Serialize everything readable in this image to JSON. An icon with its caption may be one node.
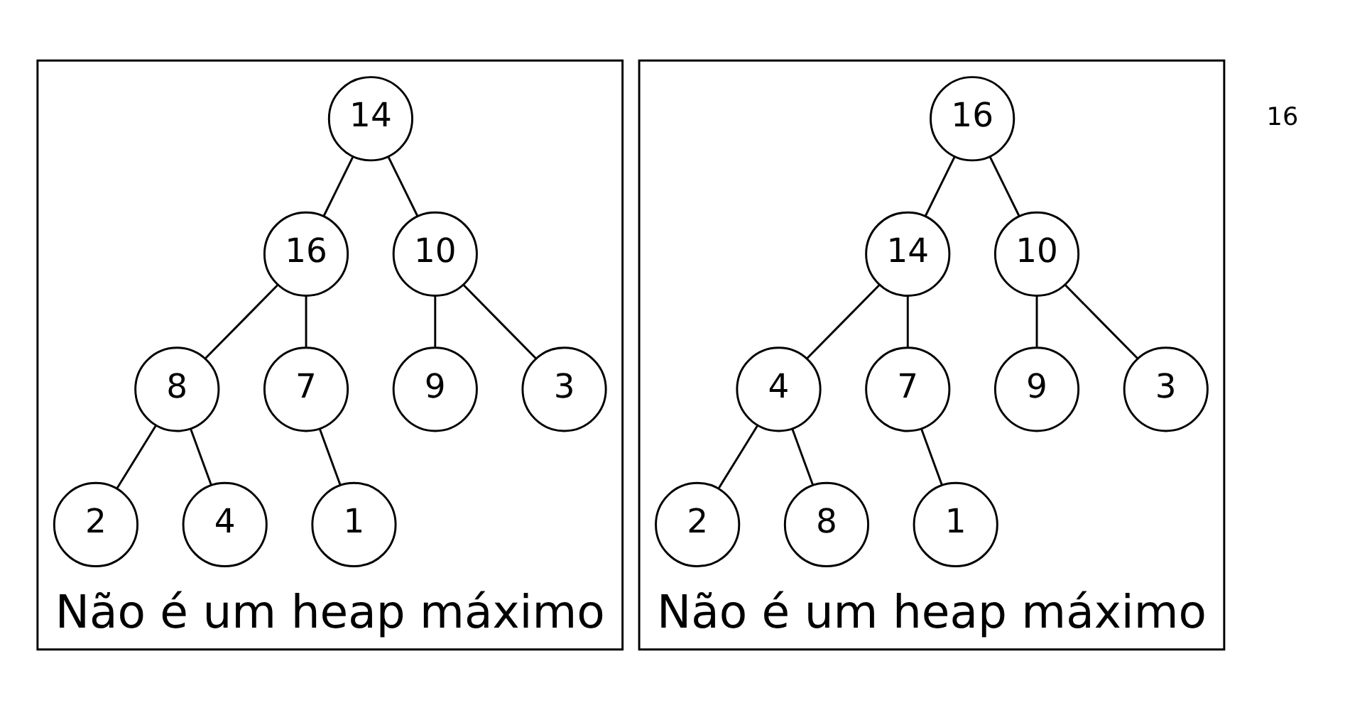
{
  "diagram": {
    "nodes": [
      {
        "text": [
          "Não é um heap máximo"
        ]
      },
      {
        "text": [
          "14"
        ],
        "in": 0
      },
      {
        "text": [
          "16"
        ],
        "in": 0
      },
      {
        "text": [
          "10"
        ],
        "in": 0
      },
      {
        "text": [
          "8"
        ],
        "in": 0
      },
      {
        "text": [
          "7"
        ],
        "in": 0
      },
      {
        "text": [
          "9"
        ],
        "in": 0
      },
      {
        "text": [
          "3"
        ],
        "in": 0
      },
      {
        "text": [
          "2"
        ],
        "in": 0
      },
      {
        "text": [
          "4"
        ],
        "in": 0
      },
      {
        "text": [
          "1"
        ],
        "in": 0
      },
      {
        "text": [
          "Não é um heap máximo"
        ]
      },
      {
        "text": [
          "16"
        ],
        "in": 11
      },
      {
        "text": [
          "14"
        ],
        "in": 11
      },
      {
        "text": [
          "10"
        ],
        "in": 11
      },
      {
        "text": [
          "4"
        ],
        "in": 11
      },
      {
        "text": [
          "7"
        ],
        "in": 11
      },
      {
        "text": [
          "9"
        ],
        "in": 11
      },
      {
        "text": [
          "3"
        ],
        "in": 11
      },
      {
        "text": [
          "2"
        ],
        "in": 11
      },
      {
        "text": [
          "8"
        ],
        "in": 11
      },
      {
        "text": [
          "1"
        ],
        "in": 11
      }
    ],
    "edges": [
      {
        "from": 1,
        "to": 2,
        "arrow": "none"
      },
      {
        "from": 1,
        "to": 3,
        "arrow": "none"
      },
      {
        "from": 2,
        "to": 4,
        "arrow": "none"
      },
      {
        "from": 2,
        "to": 5,
        "arrow": "none"
      },
      {
        "from": 3,
        "to": 6,
        "arrow": "none"
      },
      {
        "from": 3,
        "to": 7,
        "arrow": "none"
      },
      {
        "from": 4,
        "to": 8,
        "arrow": "none"
      },
      {
        "from": 4,
        "to": 9,
        "arrow": "none"
      },
      {
        "from": 5,
        "to": 10,
        "arrow": "none"
      },
      {
        "from": 12,
        "to": 13,
        "arrow": "none"
      },
      {
        "from": 12,
        "to": 14,
        "arrow": "none"
      },
      {
        "from": 13,
        "to": 15,
        "arrow": "none"
      },
      {
        "from": 13,
        "to": 16,
        "arrow": "none"
      },
      {
        "from": 14,
        "to": 17,
        "arrow": "none"
      },
      {
        "from": 14,
        "to": 18,
        "arrow": "none"
      },
      {
        "from": 15,
        "to": 19,
        "arrow": "none"
      },
      {
        "from": 15,
        "to": 20,
        "arrow": "none"
      },
      {
        "from": 16,
        "to": 21,
        "arrow": "none"
      }
    ],
    "labels": [
      "16"
    ]
  }
}
